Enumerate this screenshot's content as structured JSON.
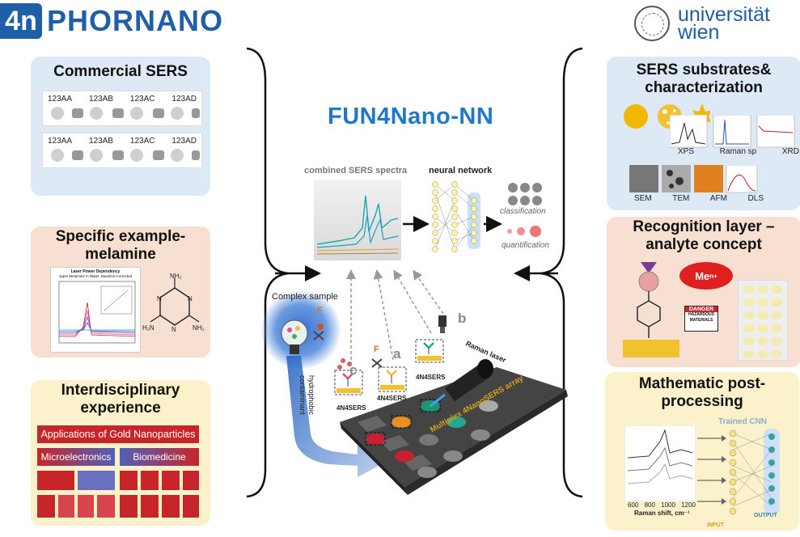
{
  "header": {
    "logo_mark": "4n",
    "logo_name": "PHORNANO",
    "university_line1": "universität",
    "university_line2": "wien"
  },
  "center": {
    "title": "FUN4Nano-NN",
    "combined_spectra_label": "combined SERS spectra",
    "neural_network_label": "neural network",
    "classification_label": "classification",
    "quantification_label": "quantification",
    "complex_sample_label": "Complex sample",
    "hydrophobic_label": "hydrophobic\ncontaminant",
    "raman_laser_label": "Raman laser",
    "array_label": "Multiplex 4NanoSERS array",
    "letter_a": "a",
    "letter_b": "b",
    "letter_c": "c",
    "letter_f": "F",
    "sers_tag": "4N4SERS"
  },
  "left_panels": {
    "commercial": {
      "title": "Commercial SERS",
      "chip_labels": [
        "123AA",
        "123AB",
        "123AC",
        "123AD"
      ]
    },
    "melamine": {
      "title_line1": "Specific example-",
      "title_line2": "melamine",
      "plot_title": "Laser Power Dependency",
      "plot_subtitle": "1ppm Melamine in Water, Baseline Corrected",
      "molecule_labels": [
        "NH₂",
        "N",
        "N",
        "N",
        "H₂N",
        "NH₂"
      ]
    },
    "interdisciplinary": {
      "title_line1": "Interdisciplinary",
      "title_line2": "experience",
      "top_box": "Applications of Gold Nanoparticles",
      "left_box": "Microelectronics",
      "right_box": "Biomedicine"
    }
  },
  "right_panels": {
    "substrates": {
      "title_line1": "SERS substrates&",
      "title_line2": "characterization",
      "labels_row1": [
        "XPS",
        "Raman sp",
        "XRD"
      ],
      "labels_row2": [
        "SEM",
        "TEM",
        "AFM",
        "DLS"
      ]
    },
    "recognition": {
      "title_line1": "Recognition layer –",
      "title_line2": "analyte concept",
      "metal_label": "Me",
      "metal_sup": "n+",
      "danger_label": "DANGER",
      "hazard_line1": "HAZARDOUS",
      "hazard_line2": "MATERIALS"
    },
    "postprocessing": {
      "title_line1": "Mathematic post-",
      "title_line2": "processing",
      "cnn_label": "Trained CNN",
      "ticks": [
        "600",
        "800",
        "1000",
        "1200"
      ],
      "axis_label": "Raman shift, cm⁻¹",
      "input_label": "INPUT",
      "output_label": "OUTPUT"
    }
  },
  "colors": {
    "brand_blue": "#1f5fa8",
    "title_blue": "#1f78c8",
    "teal": "#18a8a8",
    "gold": "#f2c12e",
    "red": "#c8252b",
    "array_label": "#d4a017"
  }
}
